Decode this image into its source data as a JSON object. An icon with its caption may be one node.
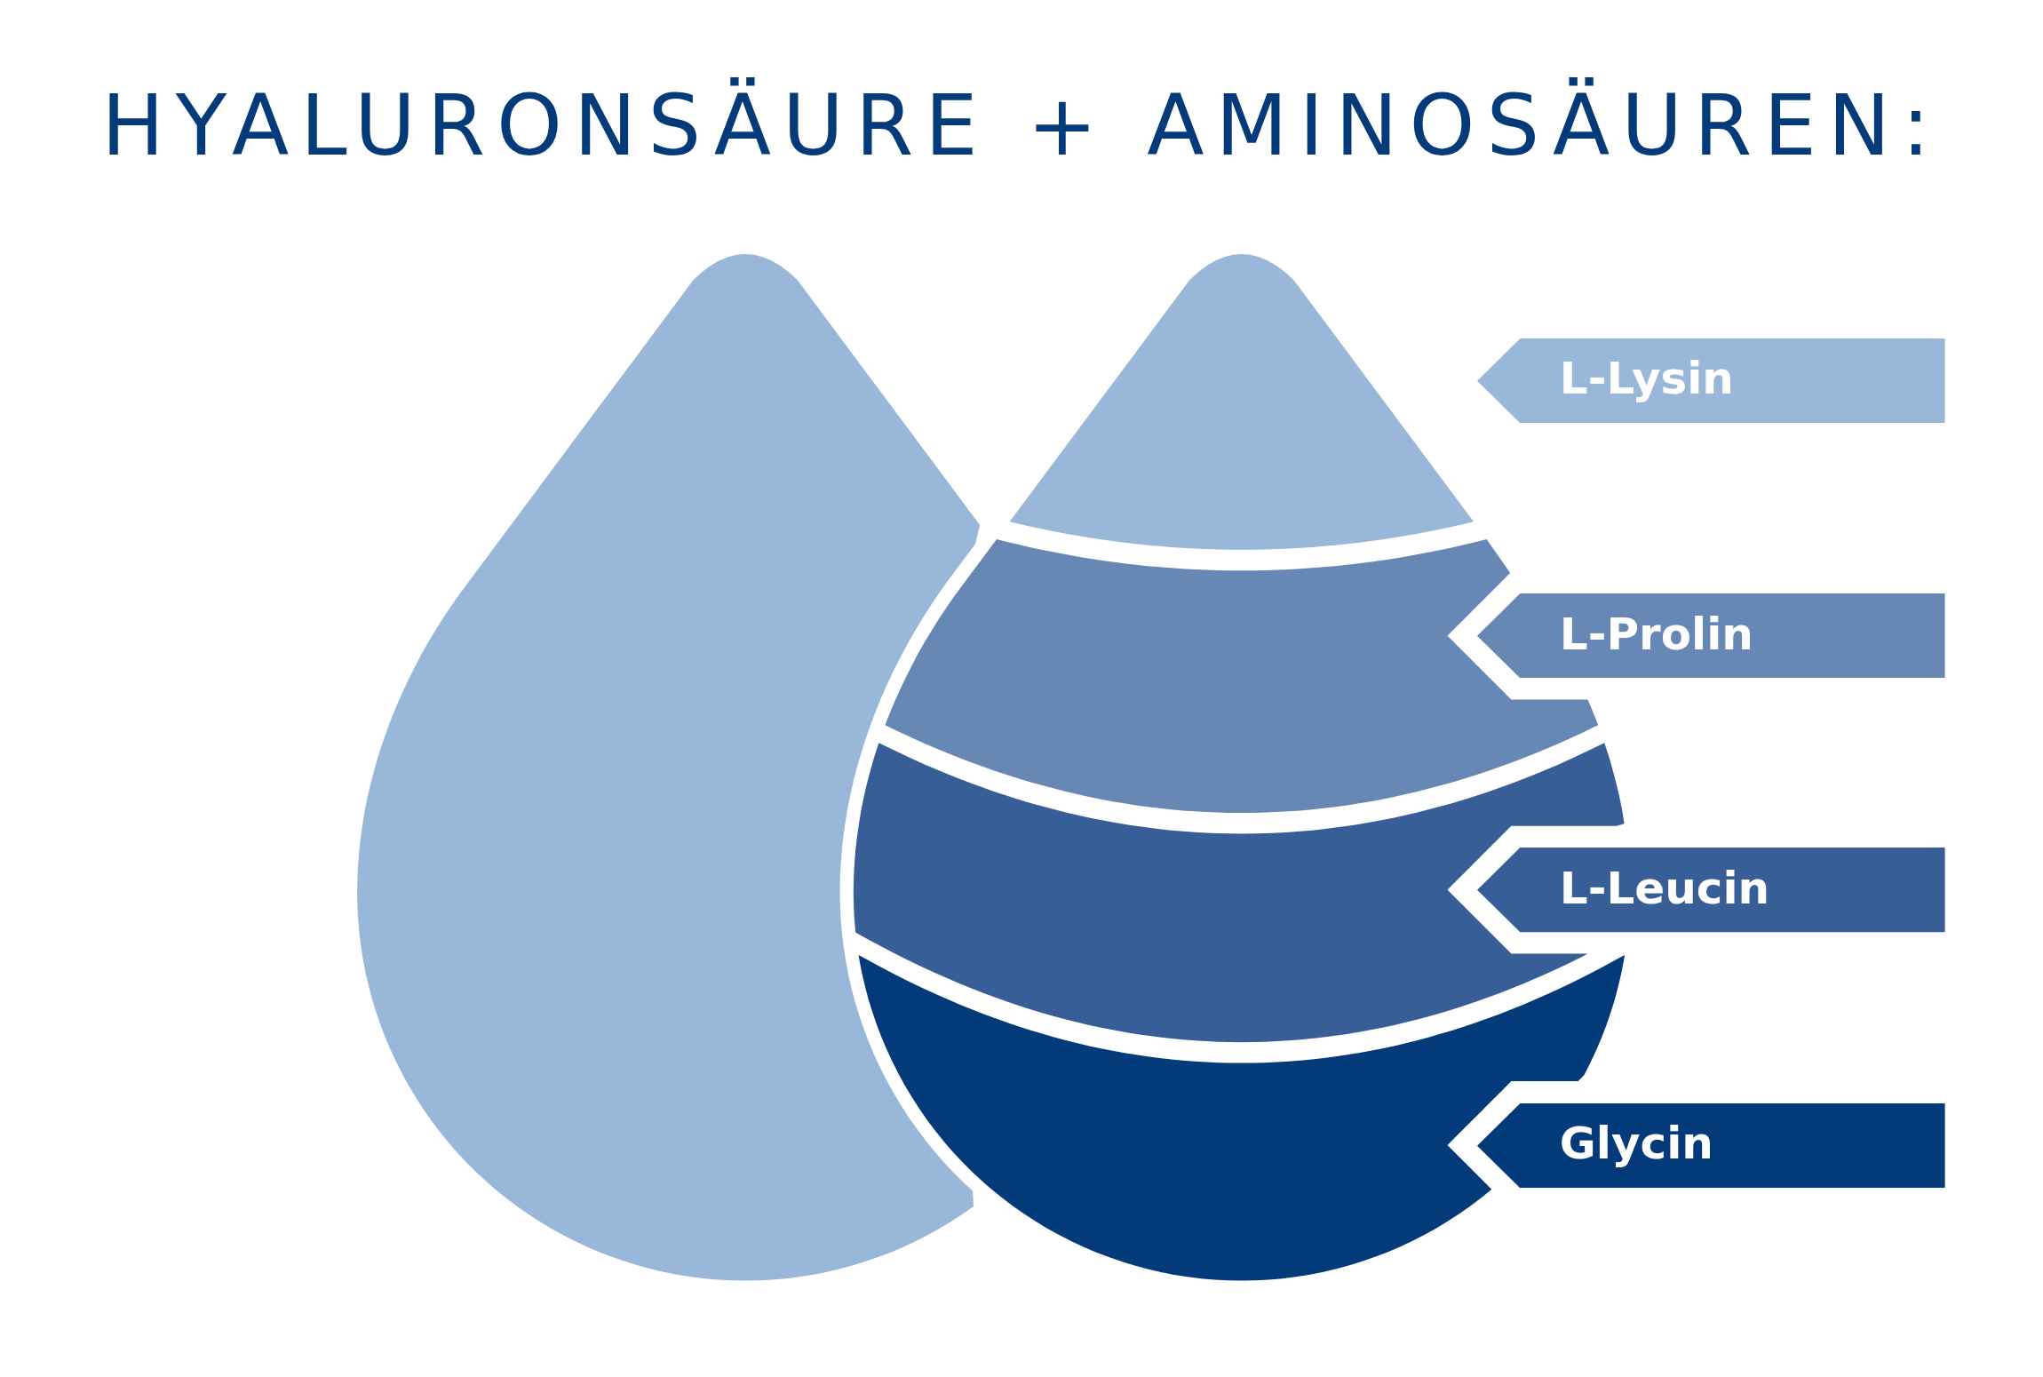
{
  "diagram": {
    "title": "HYALURONSÄURE + AMINOSÄUREN:",
    "nodes": [
      {
        "text": [],
        "shape": "drop"
      },
      {
        "text": [],
        "shape": "band"
      },
      {
        "text": [],
        "shape": "band"
      },
      {
        "text": [],
        "shape": "band"
      },
      {
        "text": [],
        "shape": "band"
      },
      {
        "text": [
          "L-Lysin"
        ]
      },
      {
        "text": [
          "L-Prolin"
        ]
      },
      {
        "text": [
          "L-Leucin"
        ]
      },
      {
        "text": [
          "Glycin"
        ]
      }
    ]
  }
}
